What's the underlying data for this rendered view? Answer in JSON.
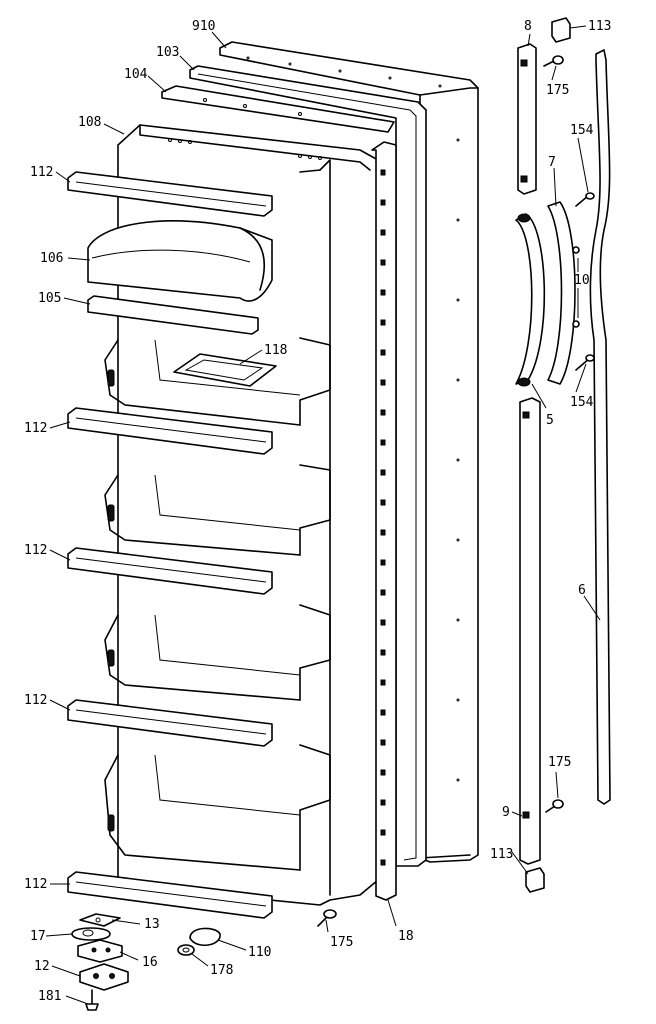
{
  "callouts": {
    "c910": "910",
    "c103": "103",
    "c104": "104",
    "c108": "108",
    "c112a": "112",
    "c106": "106",
    "c105": "105",
    "c118": "118",
    "c112b": "112",
    "c112c": "112",
    "c112d": "112",
    "c112e": "112",
    "c13": "13",
    "c17": "17",
    "c16": "16",
    "c12": "12",
    "c181": "181",
    "c178": "178",
    "c110": "110",
    "c175a": "175",
    "c18": "18",
    "c8": "8",
    "c113a": "113",
    "c175b": "175",
    "c154a": "154",
    "c7": "7",
    "c10": "10",
    "c154b": "154",
    "c5": "5",
    "c6": "6",
    "c175c": "175",
    "c9": "9",
    "c113b": "113"
  }
}
